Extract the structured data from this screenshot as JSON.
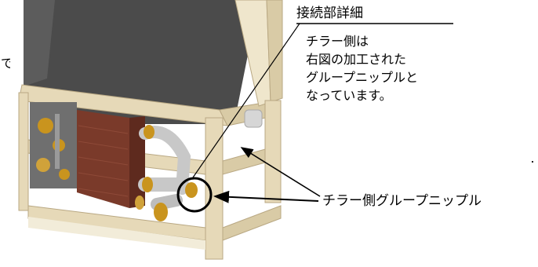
{
  "callout": {
    "title": "接続部詳細",
    "body_lines": [
      "チラー側は",
      "右図の加工された",
      "グループニップルと",
      "なっています。"
    ]
  },
  "part_label": "チラー側グループニップル",
  "edge_fragment": "で",
  "colors": {
    "frame": "#e6d9b8",
    "frame_shadow": "#b9a883",
    "coil_top": "#4b4b4b",
    "coil_fin": "#7a3a2a",
    "pipe": "#c8c8c8",
    "brass": "#c9941e",
    "marker": "#000000"
  },
  "icons": [
    "highlight-circle",
    "arrow-to-nipple",
    "arrow-to-side-port",
    "callout-leader-line"
  ]
}
